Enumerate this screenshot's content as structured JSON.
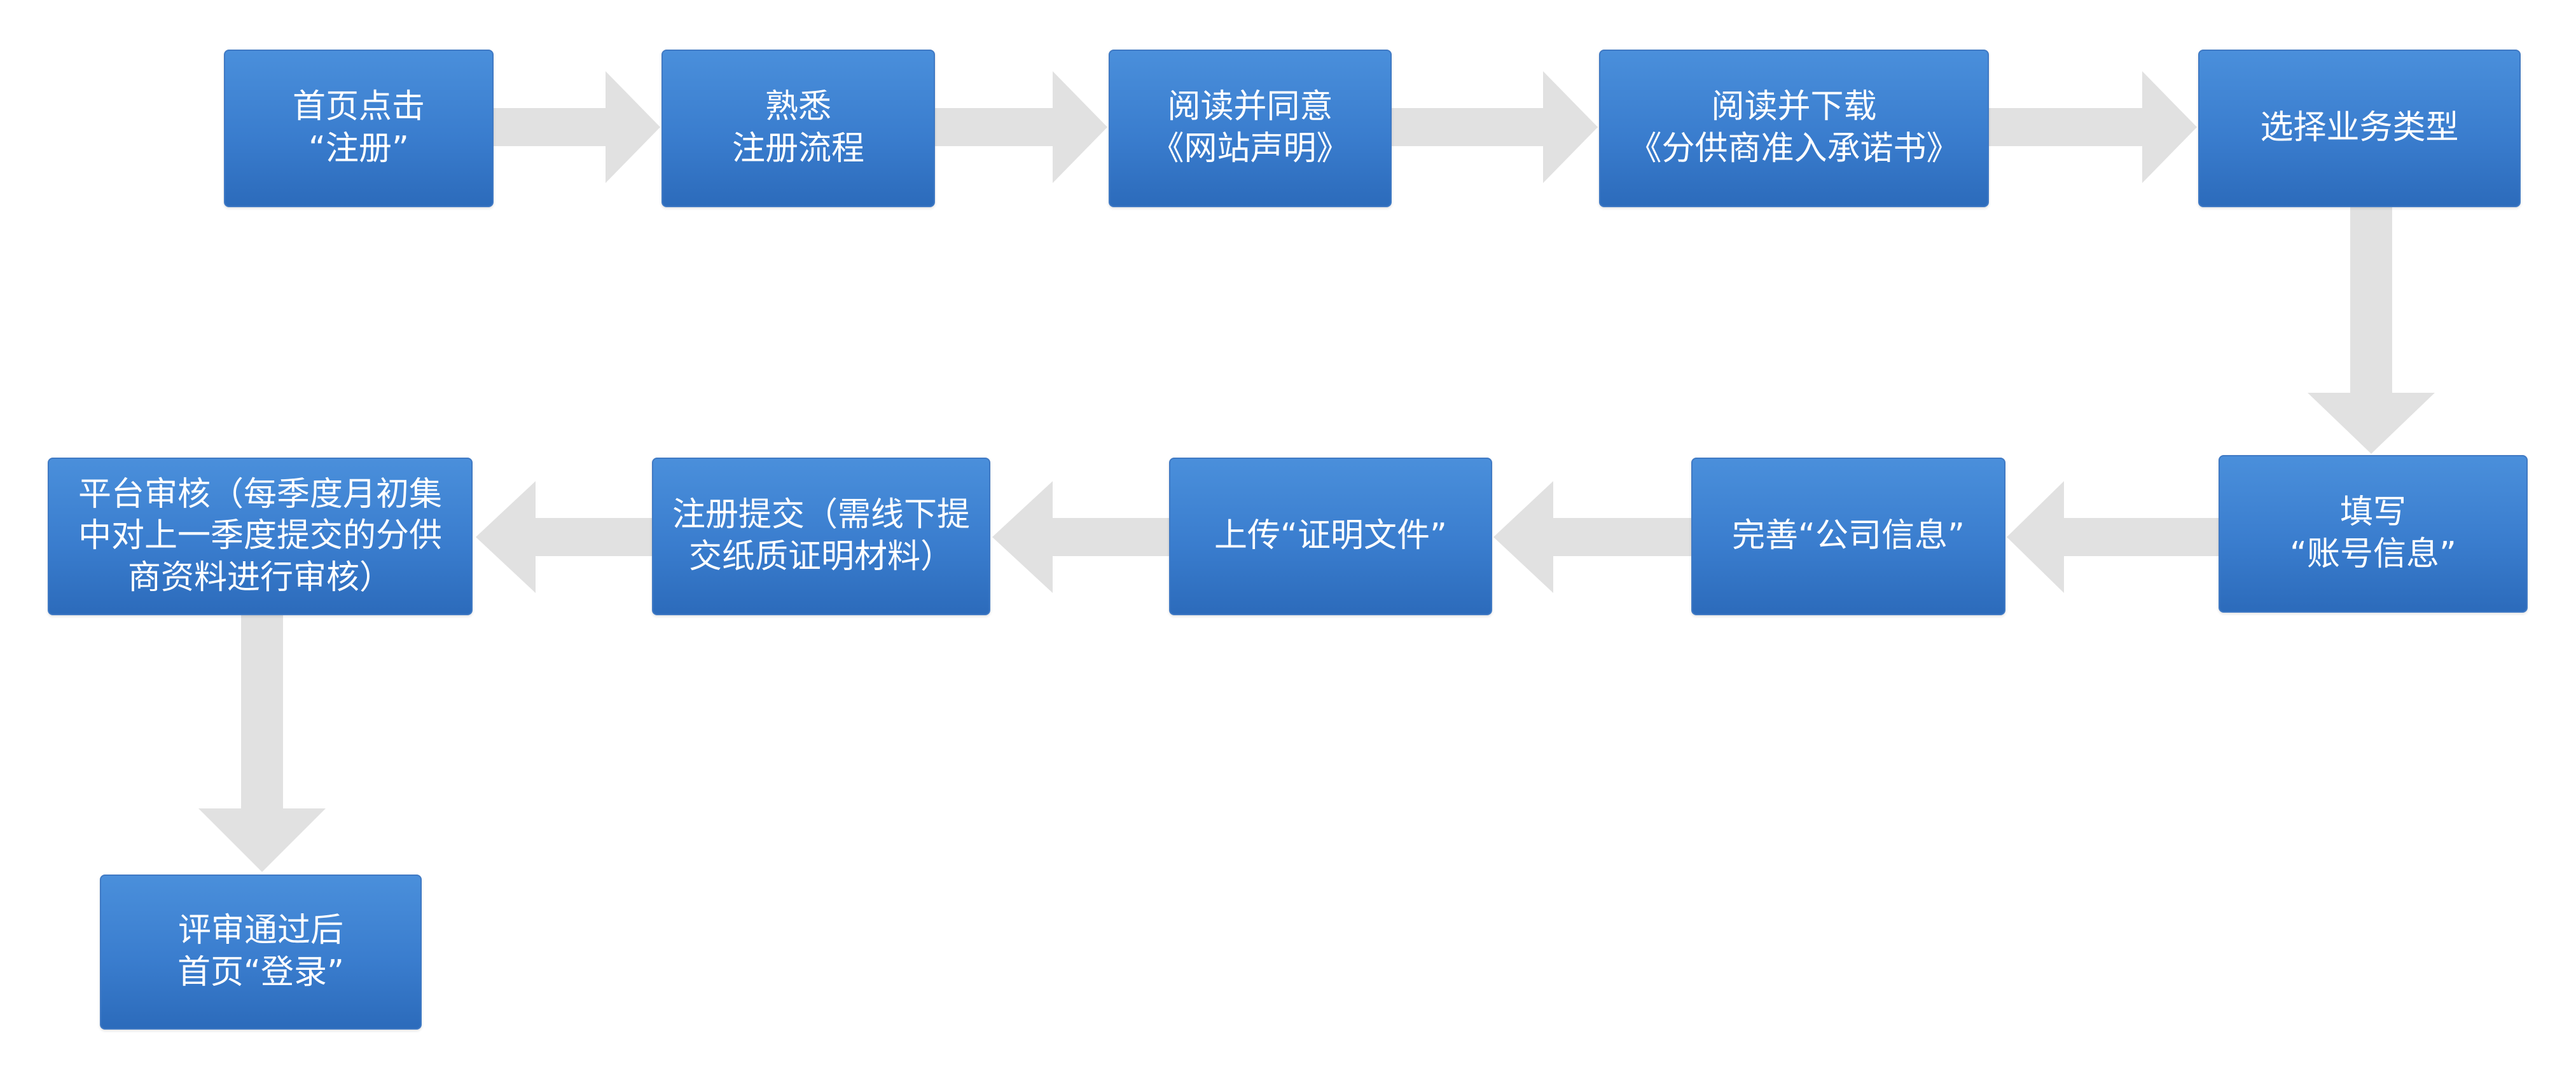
{
  "steps": [
    {
      "id": "home-click-register",
      "lines": [
        "首页点击",
        "“注册”"
      ]
    },
    {
      "id": "familiarize-process",
      "lines": [
        "熟悉",
        "注册流程"
      ]
    },
    {
      "id": "agree-statement",
      "lines": [
        "阅读并同意",
        "《网站声明》"
      ]
    },
    {
      "id": "download-commitment",
      "lines": [
        "阅读并下载",
        "《分供商准入承诺书》"
      ]
    },
    {
      "id": "select-business-type",
      "lines": [
        "选择业务类型"
      ]
    },
    {
      "id": "fill-account-info",
      "lines": [
        "填写",
        "“账号信息”"
      ]
    },
    {
      "id": "complete-company-info",
      "lines": [
        "完善“公司信息”"
      ]
    },
    {
      "id": "upload-proof-files",
      "lines": [
        "上传“证明文件”"
      ]
    },
    {
      "id": "submit-registration",
      "lines": [
        "注册提交（需线下提",
        "交纸质证明材料）"
      ]
    },
    {
      "id": "platform-review",
      "lines": [
        "平台审核（每季度月初集",
        "中对上一季度提交的分供",
        "商资料进行审核）"
      ]
    },
    {
      "id": "login-after-approval",
      "lines": [
        "评审通过后",
        "首页“登录”"
      ]
    }
  ],
  "colors": {
    "box_fill": "#3a7dce",
    "box_border": "#3f79c4",
    "box_text": "#ffffff",
    "arrow": "#e1e1e1",
    "background": "#ffffff"
  }
}
